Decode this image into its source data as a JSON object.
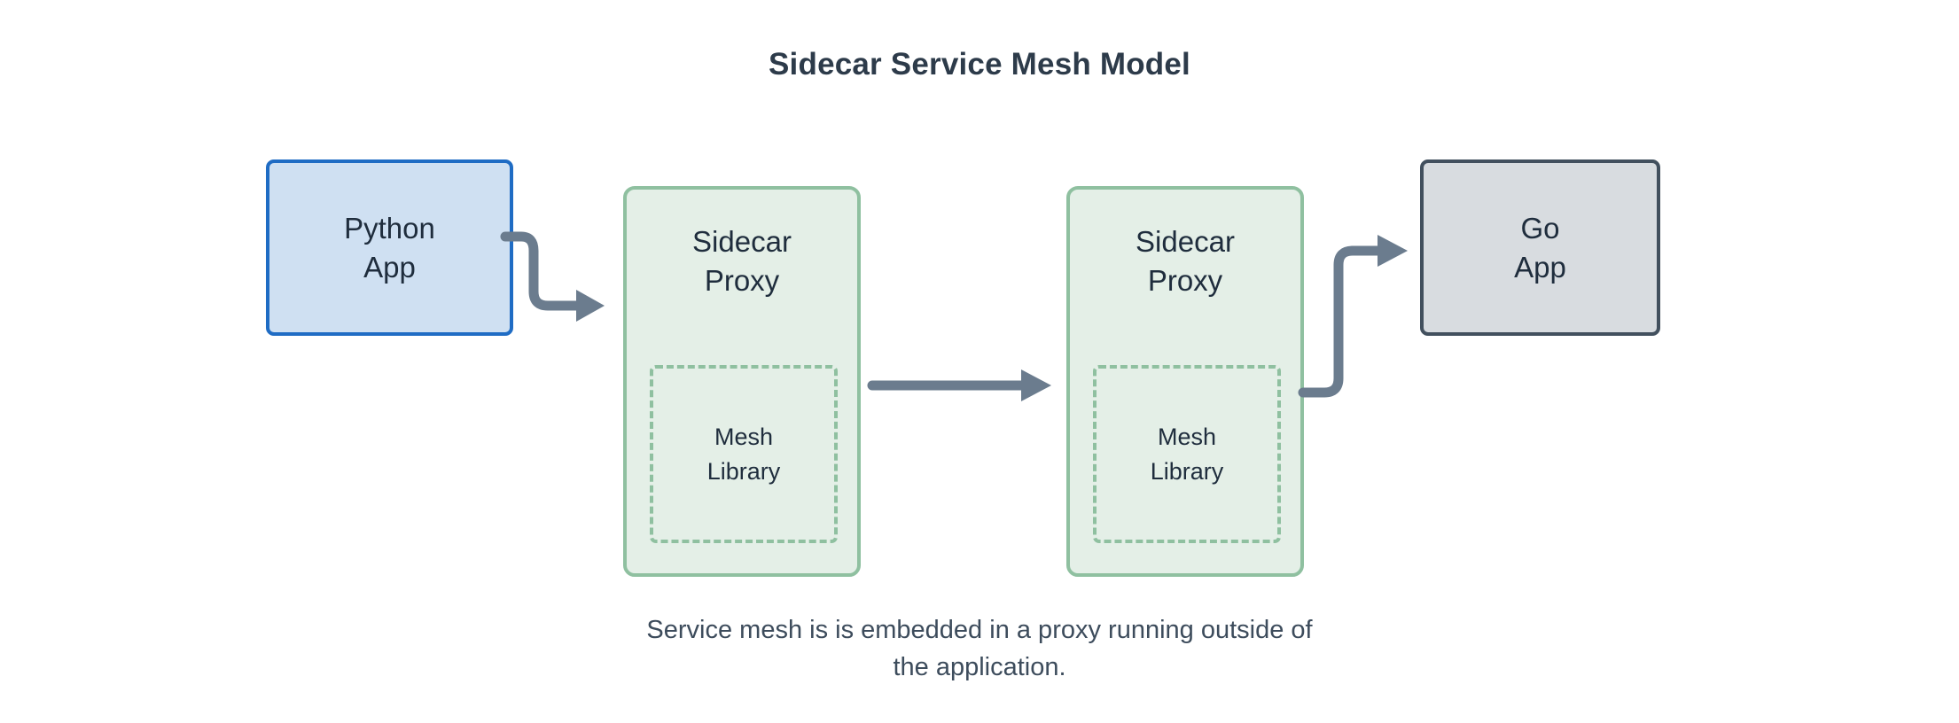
{
  "diagram": {
    "title": "Sidecar Service Mesh Model",
    "caption": "Service mesh is is embedded in a proxy running outside of\nthe application.",
    "colors": {
      "title_text": "#2d3b4a",
      "body_text": "#1f2d3d",
      "caption_text": "#3d4c5c",
      "python_fill": "#cfe0f2",
      "python_border": "#1f6cc4",
      "sidecar_fill": "#e4efe7",
      "sidecar_border": "#8fc0a0",
      "mesh_border": "#8fc0a0",
      "go_fill": "#d8dce0",
      "go_border": "#42505e",
      "arrow": "#6b7c8e",
      "background": "#ffffff"
    },
    "nodes": [
      {
        "id": "python-app",
        "label": "Python\nApp",
        "kind": "application"
      },
      {
        "id": "sidecar-proxy-left",
        "label": "Sidecar\nProxy",
        "kind": "proxy",
        "child": {
          "id": "mesh-library-left",
          "label": "Mesh\nLibrary",
          "style": "dashed"
        }
      },
      {
        "id": "sidecar-proxy-right",
        "label": "Sidecar\nProxy",
        "kind": "proxy",
        "child": {
          "id": "mesh-library-right",
          "label": "Mesh\nLibrary",
          "style": "dashed"
        }
      },
      {
        "id": "go-app",
        "label": "Go\nApp",
        "kind": "application"
      }
    ],
    "arrows": [
      {
        "id": "python-to-sidecar-left",
        "from": "python-app",
        "to": "sidecar-proxy-left",
        "shape": "s-curve-down"
      },
      {
        "id": "sidecar-left-to-right",
        "from": "sidecar-proxy-left",
        "to": "sidecar-proxy-right",
        "shape": "straight"
      },
      {
        "id": "sidecar-right-to-go",
        "from": "sidecar-proxy-right",
        "to": "go-app",
        "shape": "s-curve-up"
      }
    ]
  }
}
